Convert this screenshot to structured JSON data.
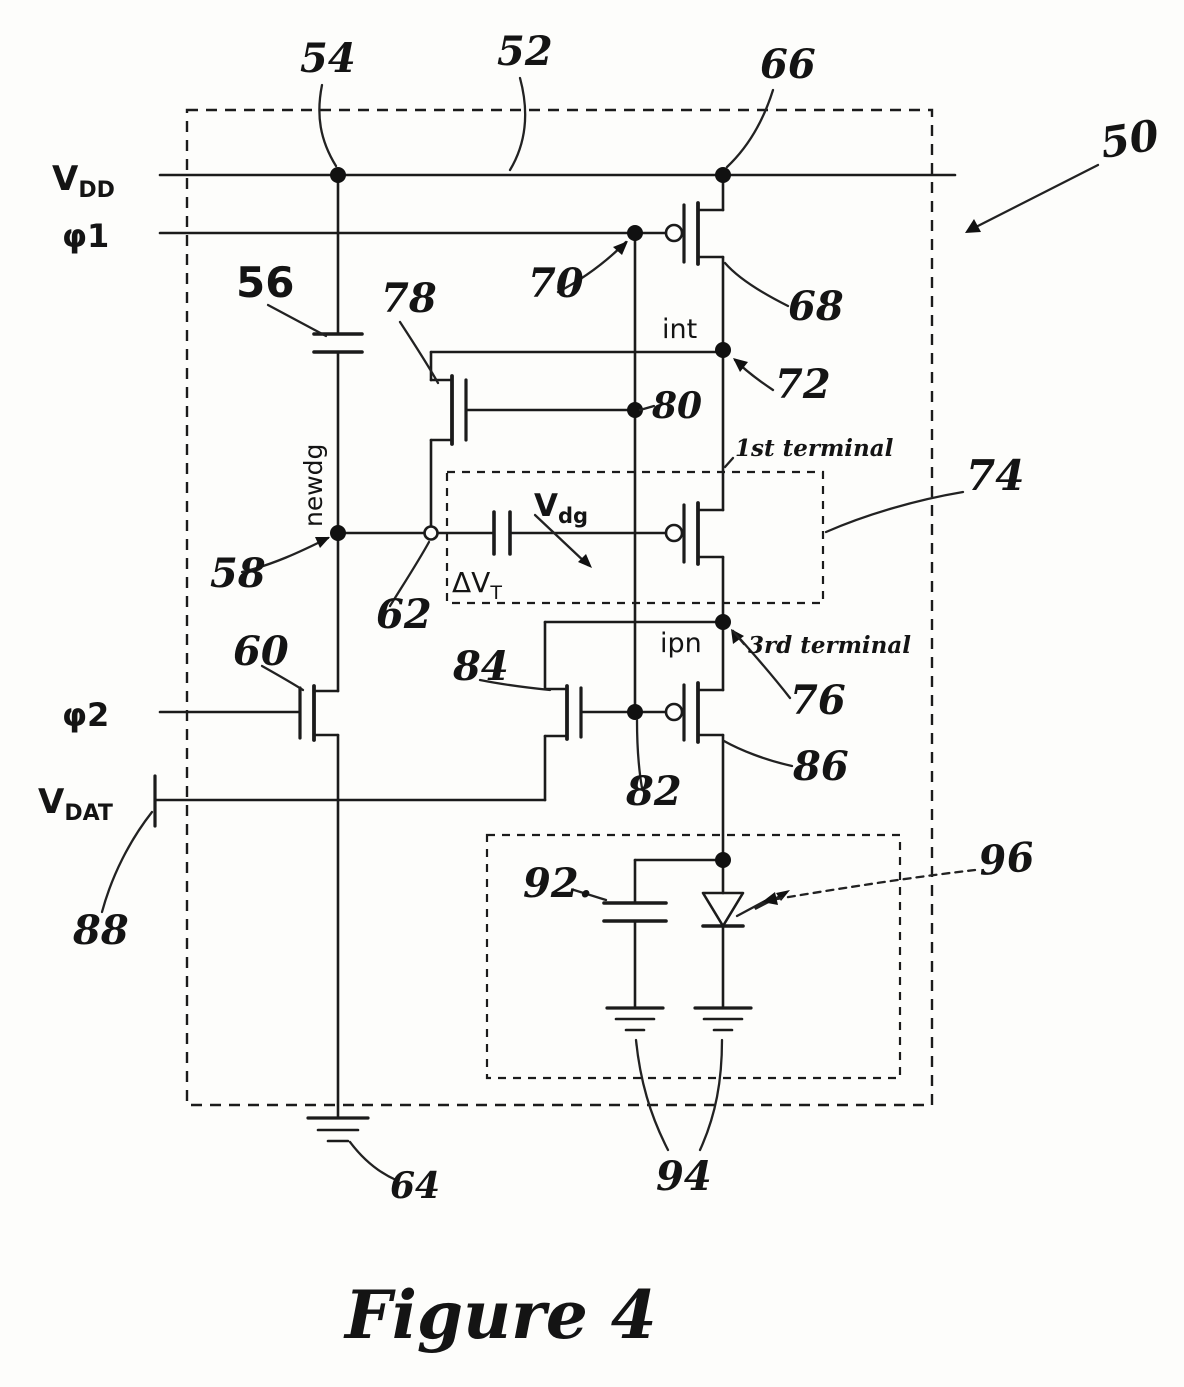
{
  "figure": {
    "caption": "Figure 4"
  },
  "labels": {
    "vdd_main": "V",
    "vdd_sub": "DD",
    "phi1": "φ1",
    "phi2": "φ2",
    "vdat_main": "V",
    "vdat_sub": "DAT",
    "vdg_main": "V",
    "vdg_sub": "dg",
    "dvt_main": "ΔV",
    "dvt_sub": "T",
    "newdg": "newdg",
    "int": "int",
    "ipn": "ipn",
    "first_terminal": "1st terminal",
    "third_terminal": "3rd terminal"
  },
  "refs": {
    "r50": "50",
    "r52": "52",
    "r54": "54",
    "r56": "56",
    "r58": "58",
    "r60": "60",
    "r62": "62",
    "r64": "64",
    "r66": "66",
    "r68": "68",
    "r70": "70",
    "r72": "72",
    "r74": "74",
    "r76": "76",
    "r78": "78",
    "r80": "80",
    "r82": "82",
    "r84": "84",
    "r86": "86",
    "r88": "88",
    "r92": "92.",
    "r94": "94",
    "r96": "96"
  },
  "colors": {
    "ink": "#1b1b1b",
    "paper": "#fdfdfb"
  }
}
